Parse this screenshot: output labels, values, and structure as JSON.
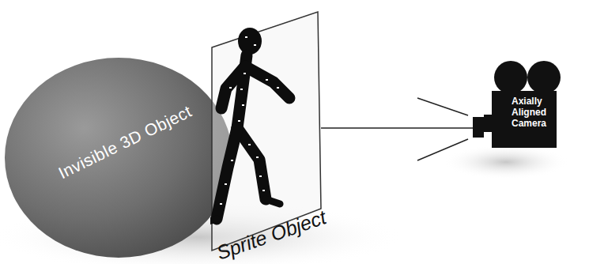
{
  "diagram": {
    "nodes": [
      {
        "text": [
          "Invisible 3D Object"
        ]
      },
      {
        "text": [
          "Sprite Object"
        ]
      },
      {
        "text": [
          "Axially Aligned Camera"
        ]
      }
    ],
    "edges": [
      {
        "from": 1,
        "to": 2,
        "arrow": "none"
      }
    ]
  }
}
